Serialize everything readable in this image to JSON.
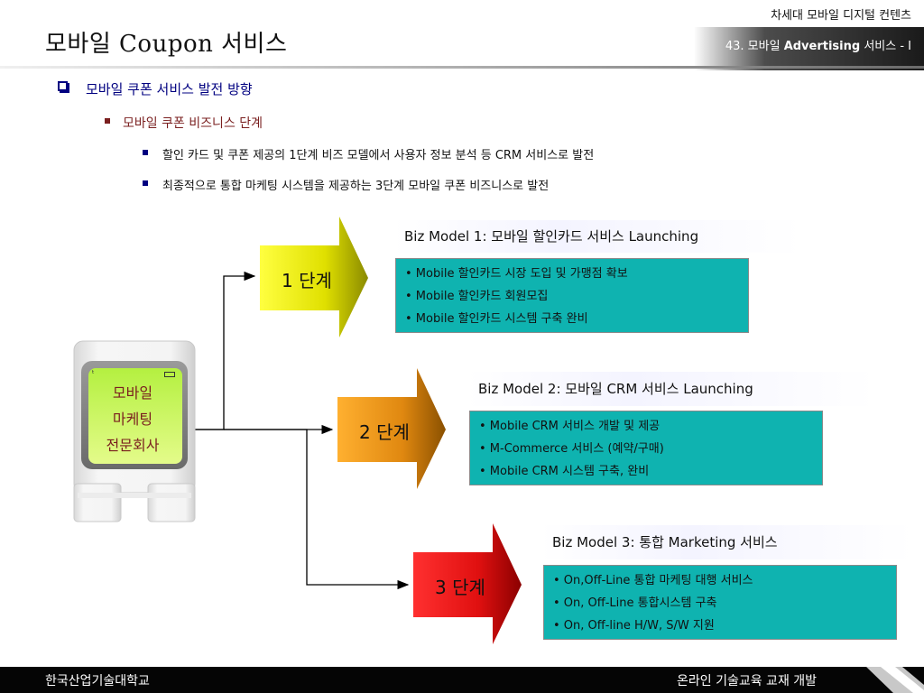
{
  "header": {
    "top_right": "차세대 모바일 디지털 컨텐츠",
    "title": "모바일 Coupon 서비스",
    "subtitle_prefix": "43. 모바일 ",
    "subtitle_bold": "Advertising",
    "subtitle_suffix": " 서비스 - I"
  },
  "outline": {
    "level1": "모바일 쿠폰 서비스 발전 방향",
    "level2": "모바일 쿠폰 비즈니스 단계",
    "level3": [
      "할인 카드 및 쿠폰 제공의 1단계 비즈 모델에서 사용자 정보 분석 등 CRM 서비스로 발전",
      "최종적으로 통합 마케팅 시스템을 제공하는 3단계 모바일 쿠폰 비즈니스로 발전"
    ]
  },
  "phone": {
    "lines": [
      "모바일",
      "마케팅",
      "전문회사"
    ]
  },
  "stages": [
    {
      "label": "1 단계",
      "color": "#e8e000",
      "title": "Biz Model 1:  모바일 할인카드 서비스 Launching",
      "items": [
        "• Mobile 할인카드 시장 도입 및 가맹점 확보",
        "• Mobile 할인카드 회원모집",
        "• Mobile 할인카드 시스템 구축 완비"
      ]
    },
    {
      "label": "2 단계",
      "color": "#e88a10",
      "title": "Biz Model 2:  모바일 CRM 서비스 Launching",
      "items": [
        "• Mobile CRM 서비스 개발 및 제공",
        "• M-Commerce 서비스 (예약/구매)",
        "• Mobile CRM 시스템 구축, 완비"
      ]
    },
    {
      "label": "3 단계",
      "color": "#e81010",
      "title": "Biz Model 3:  통합 Marketing 서비스",
      "items": [
        "• On,Off-Line 통합 마케팅 대행 서비스",
        "• On, Off-Line 통합시스템 구축",
        "• On, Off-line H/W, S/W 지원"
      ]
    }
  ],
  "footer": {
    "left": "한국산업기술대학교",
    "right": "온라인 기술교육 교재 개발"
  }
}
